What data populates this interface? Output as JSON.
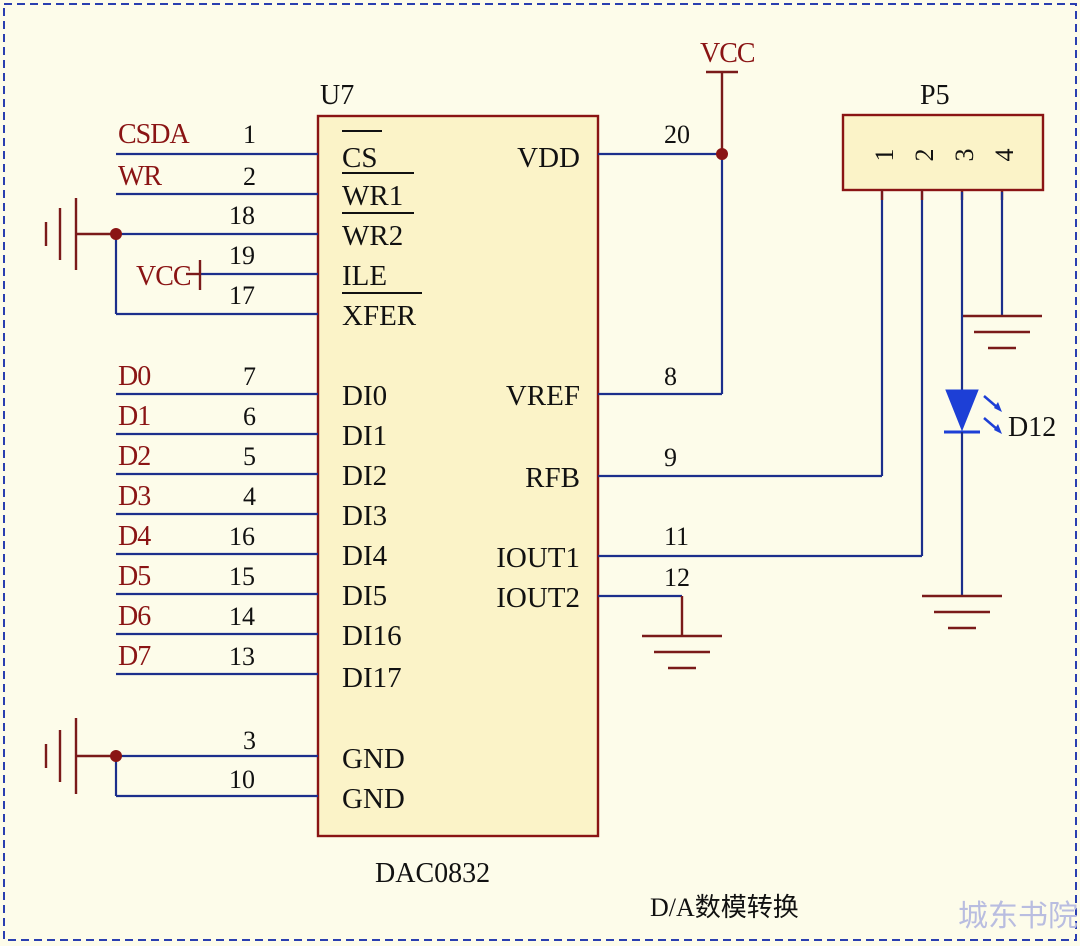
{
  "chip": {
    "ref": "U7",
    "part": "DAC0832",
    "left_pins": [
      {
        "net": "CSDA",
        "num": "1",
        "name": "CS",
        "overbar": true
      },
      {
        "net": "WR",
        "num": "2",
        "name": "WR1",
        "overbar": true
      },
      {
        "net": "",
        "num": "18",
        "name": "WR2",
        "overbar": true
      },
      {
        "net": "VCC",
        "num": "19",
        "name": "ILE",
        "overbar": false
      },
      {
        "net": "",
        "num": "17",
        "name": "XFER",
        "overbar": true
      },
      {
        "net": "D0",
        "num": "7",
        "name": "DI0",
        "overbar": false
      },
      {
        "net": "D1",
        "num": "6",
        "name": "DI1",
        "overbar": false
      },
      {
        "net": "D2",
        "num": "5",
        "name": "DI2",
        "overbar": false
      },
      {
        "net": "D3",
        "num": "4",
        "name": "DI3",
        "overbar": false
      },
      {
        "net": "D4",
        "num": "16",
        "name": "DI4",
        "overbar": false
      },
      {
        "net": "D5",
        "num": "15",
        "name": "DI5",
        "overbar": false
      },
      {
        "net": "D6",
        "num": "14",
        "name": "DI16",
        "overbar": false
      },
      {
        "net": "D7",
        "num": "13",
        "name": "DI17",
        "overbar": false
      },
      {
        "net": "",
        "num": "3",
        "name": "GND",
        "overbar": false
      },
      {
        "net": "",
        "num": "10",
        "name": "GND",
        "overbar": false
      }
    ],
    "right_pins": [
      {
        "num": "20",
        "name": "VDD"
      },
      {
        "num": "8",
        "name": "VREF"
      },
      {
        "num": "9",
        "name": "RFB"
      },
      {
        "num": "11",
        "name": "IOUT1"
      },
      {
        "num": "12",
        "name": "IOUT2"
      }
    ]
  },
  "power": {
    "vcc_top": "VCC"
  },
  "connector": {
    "ref": "P5",
    "pins": [
      "1",
      "2",
      "3",
      "4"
    ]
  },
  "led": {
    "ref": "D12"
  },
  "caption": "D/A数模转换",
  "watermark": "城东书院"
}
